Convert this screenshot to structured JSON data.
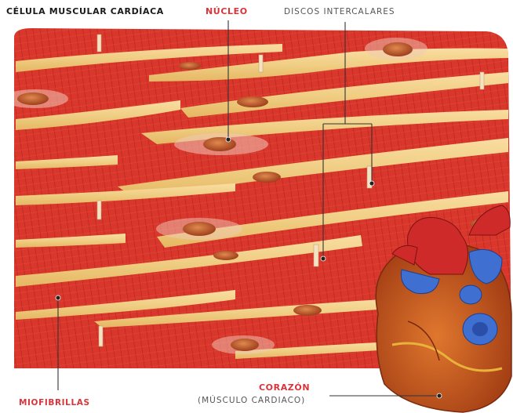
{
  "labels": {
    "title": "CÉLULA MUSCULAR CARDÍACA",
    "nucleo": "NÚCLEO",
    "discos": "DISCOS INTERCALARES",
    "miofibrillas": "MIOFIBRILLAS",
    "corazon": "CORAZÓN",
    "musculo": "(MÚSCULO CARDIACO)"
  },
  "colors": {
    "muscle": "#d9362c",
    "muscle_dark": "#a81d16",
    "fiber_light": "#f2d78a",
    "nucleus": "#b8552a",
    "disc": "#f3e3c4",
    "heart_red": "#cf2a2a",
    "heart_blue": "#3f6fd1",
    "heart_body": "#c9551e",
    "accent_label": "#d8353b"
  }
}
